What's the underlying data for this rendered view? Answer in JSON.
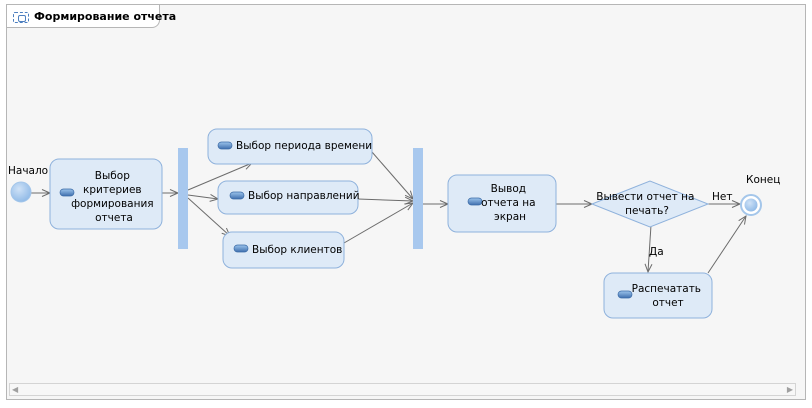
{
  "diagram": {
    "title": "Формирование отчета",
    "start_label": "Начало",
    "end_label": "Конец",
    "actions": {
      "select_criteria": [
        "Выбор",
        "критериев",
        "формирования",
        "отчета"
      ],
      "select_period": [
        "Выбор периода времени"
      ],
      "select_directions": [
        "Выбор направлений"
      ],
      "select_clients": [
        "Выбор клиентов"
      ],
      "screen_output": [
        "Вывод",
        "отчета на",
        "экран"
      ],
      "print_report": [
        "Распечатать",
        "отчет"
      ]
    },
    "decision": [
      "Вывести отчет на",
      "печать?"
    ],
    "guards": {
      "no": "Нет",
      "yes": "Да"
    }
  },
  "colors": {
    "node_fill": "#deeaf7",
    "node_border": "#8fb2dc",
    "bar": "#a8c8ee",
    "edge": "#6c6c6c"
  }
}
